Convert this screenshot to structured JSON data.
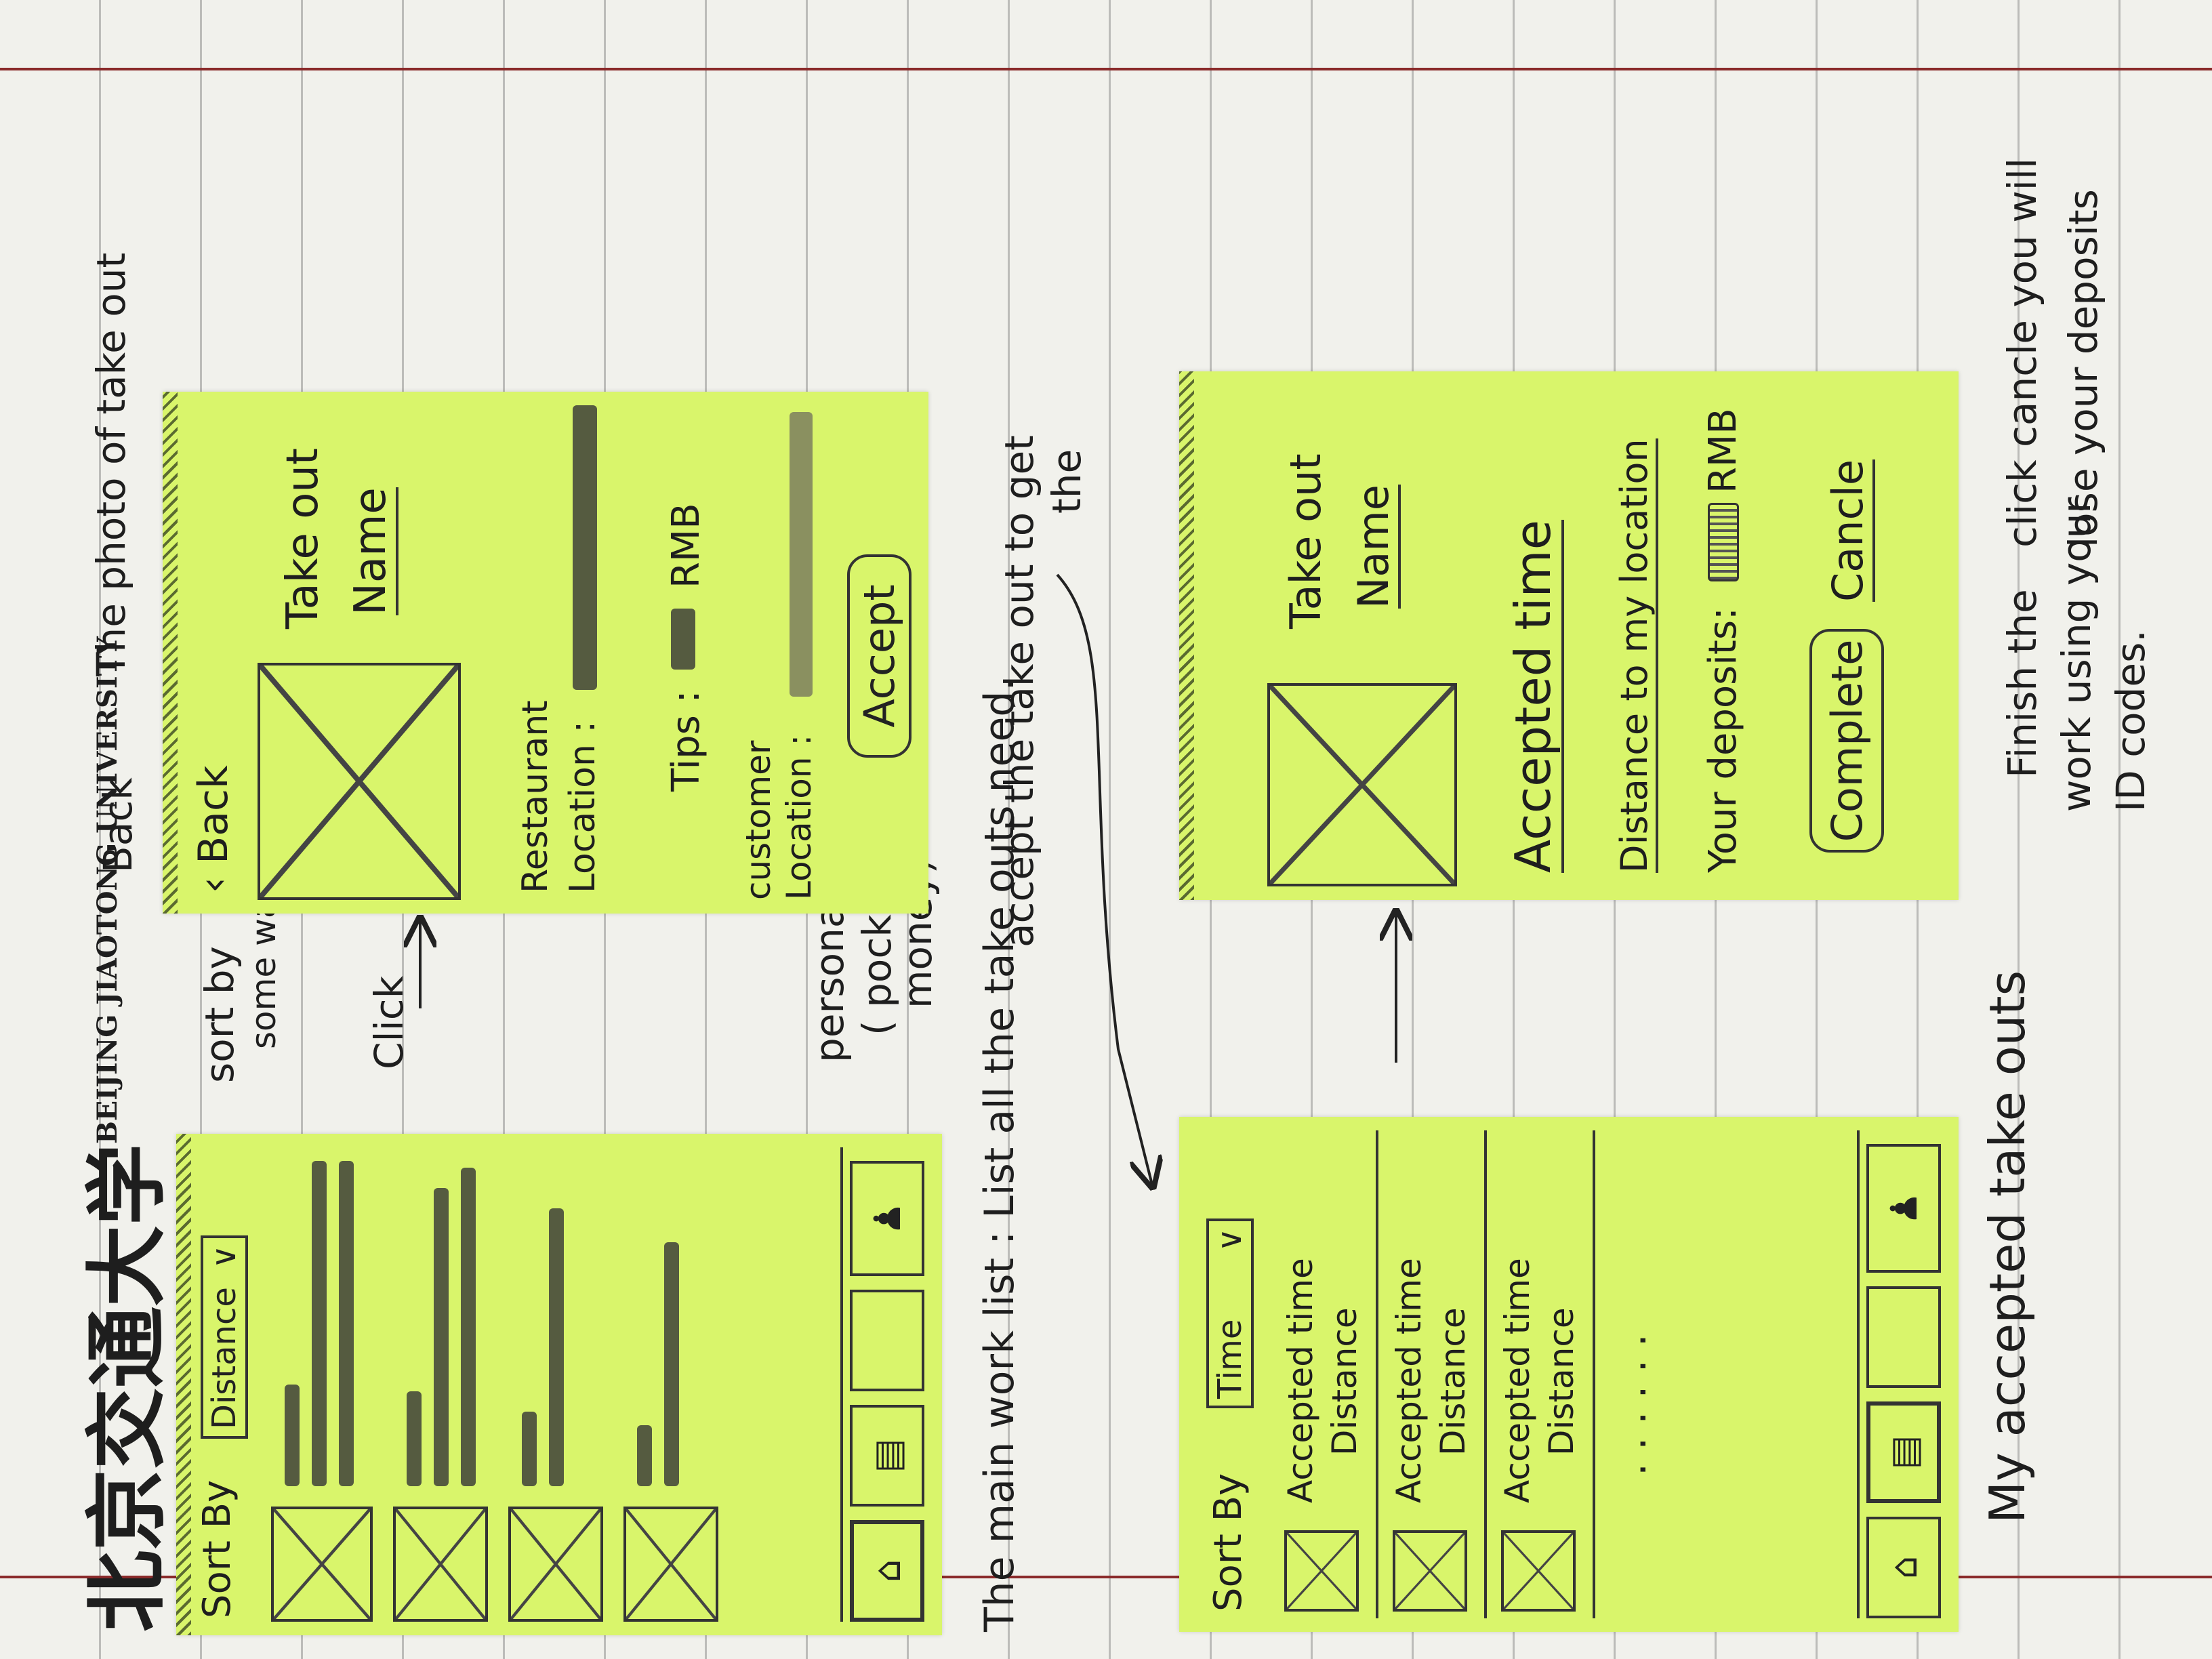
{
  "university": {
    "name_cn": "北京交通大学",
    "name_en": "BEIJING JIAOTONG UNIVERSITY"
  },
  "list_screen": {
    "sort_label": "Sort By",
    "sort_value": "Distance",
    "chevron": "chevron-down-icon",
    "tab_icons": [
      "home-icon",
      "list-icon",
      "blank",
      "person-icon"
    ]
  },
  "detail_screen": {
    "back_label": "Back",
    "title_line1": "Take out",
    "title_line2": "Name",
    "restaurant_label_1": "Restaurant",
    "restaurant_label_2": "Location :",
    "tips_label": "Tips :",
    "tips_unit": "RMB",
    "customer_label_1": "customer",
    "customer_label_2": "Location :",
    "accept_button": "Accept"
  },
  "accepted_list_screen": {
    "sort_label": "Sort By",
    "sort_value": "Time",
    "rows": [
      {
        "line1": "Accepted time",
        "line2": "Distance"
      },
      {
        "line1": "Accepted time",
        "line2": "Distance"
      },
      {
        "line1": "Accepted time",
        "line2": "Distance"
      }
    ],
    "ellipsis": "· · · · · ·"
  },
  "accepted_detail_screen": {
    "title_line1": "Take out",
    "title_line2": "Name",
    "accepted_time": "Accepted time",
    "distance": "Distance to my location",
    "deposit_label": "Your deposits:",
    "deposit_unit": "RMB",
    "complete_button": "Complete",
    "cancel_button": "Cancle"
  },
  "annotations": {
    "back": "Back",
    "photo": "The photo of take out",
    "sort_by_way_1": "sort by",
    "sort_by_way_2": "some way",
    "click": "Click",
    "personal_1": "personal page",
    "personal_2": "( pocket and",
    "personal_3": "money)",
    "main_work_list": "The main work list : List all the take outs need.",
    "accept_note_1": "accept the take out to get",
    "accept_note_2": "the",
    "my_accepted": "My accepted take outs",
    "finish_1": "Finish the",
    "finish_2": "work using your",
    "finish_3": "ID codes.",
    "cancel_1": "click cancle you will",
    "cancel_2": "lose your deposits"
  },
  "colors": {
    "sticky": "#d9f56b",
    "paper": "#f1f1ec",
    "ink": "#1e1e1e",
    "margin_red": "#8a2a2a"
  }
}
